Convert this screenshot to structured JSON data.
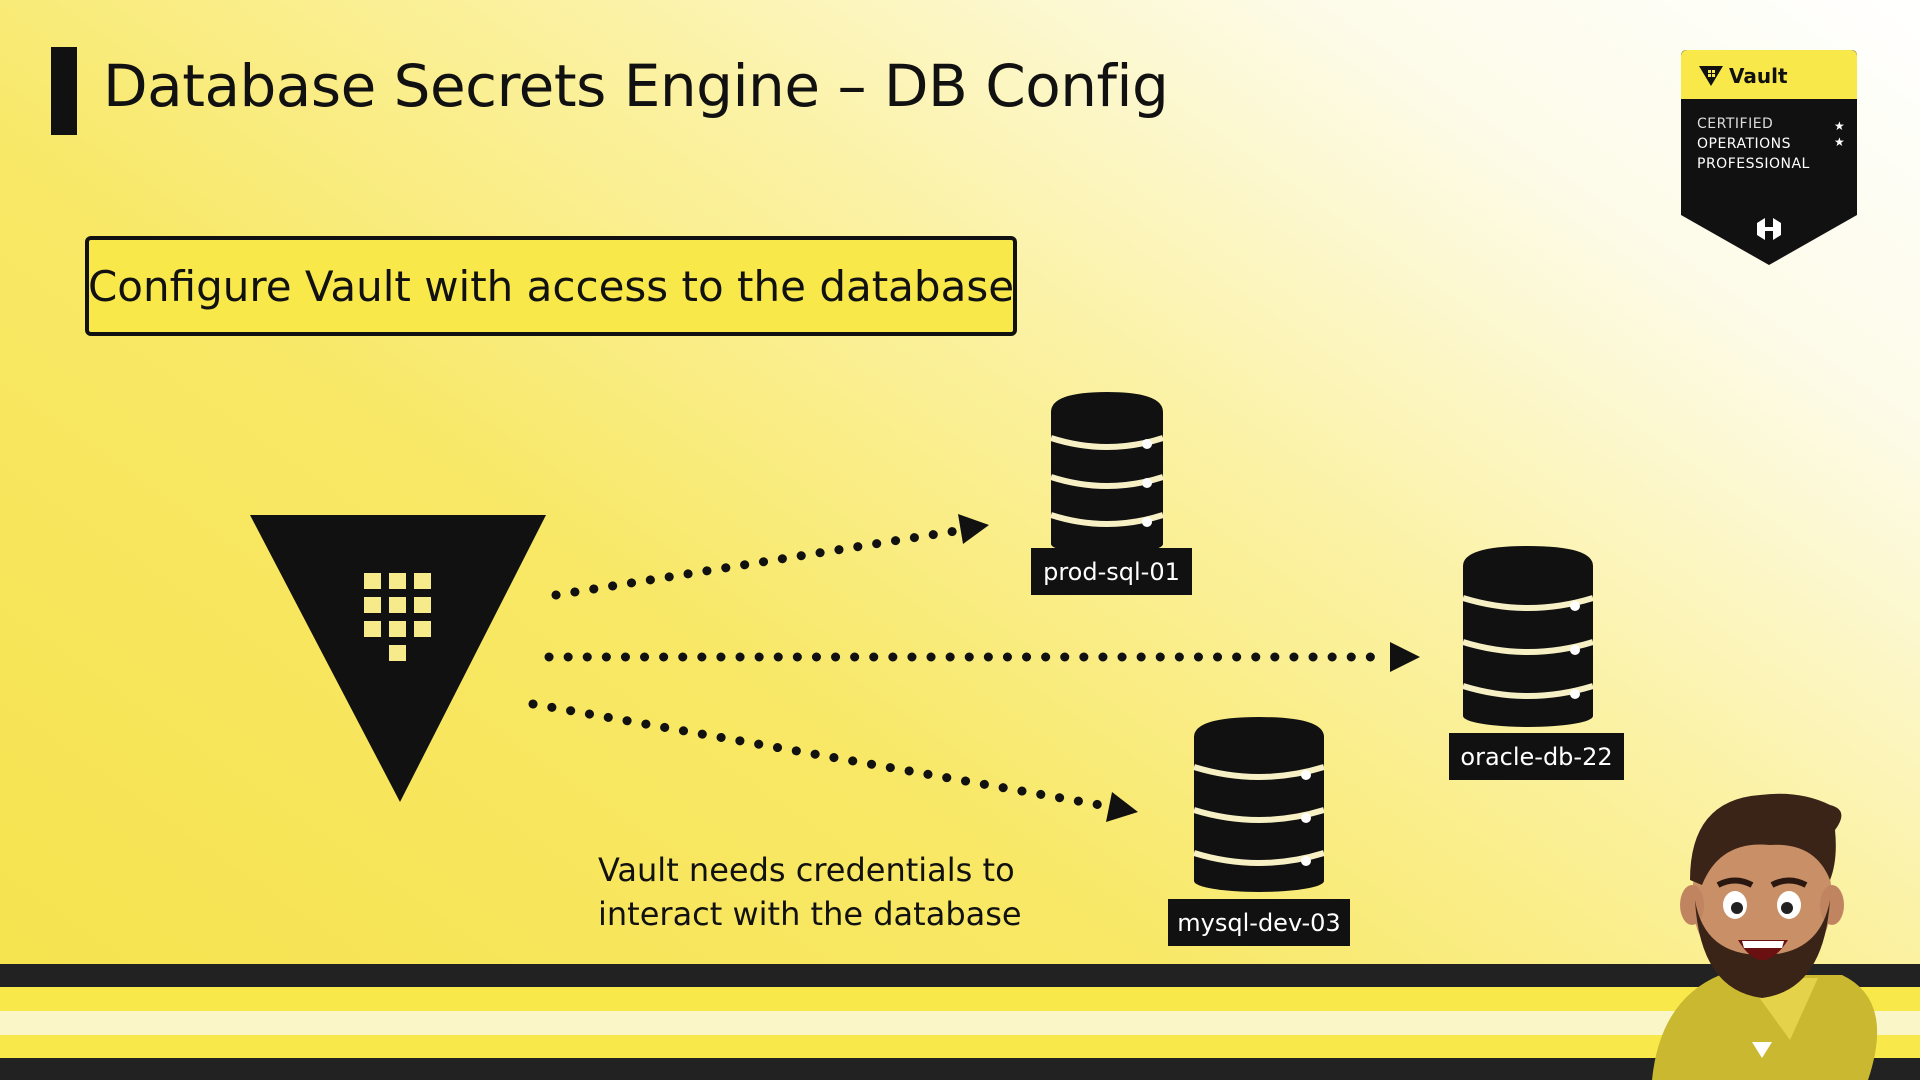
{
  "slide": {
    "title": "Database Secrets Engine – DB Config",
    "callout": "Configure Vault with access to the database",
    "caption_line1": "Vault needs credentials to",
    "caption_line2": "interact with the database"
  },
  "badge": {
    "brand": "Vault",
    "line1": "CERTIFIED",
    "line2": "OPERATIONS",
    "line3": "PROFESSIONAL"
  },
  "databases": [
    {
      "label": "prod-sql-01"
    },
    {
      "label": "oracle-db-22"
    },
    {
      "label": "mysql-dev-03"
    }
  ],
  "colors": {
    "accent_yellow": "#f8e84a",
    "ink": "#111111",
    "cream": "#f7f0c4"
  },
  "icons": [
    "vault-logo-icon",
    "database-icon",
    "hashicorp-logo-icon",
    "star-icon",
    "presenter-avatar"
  ]
}
